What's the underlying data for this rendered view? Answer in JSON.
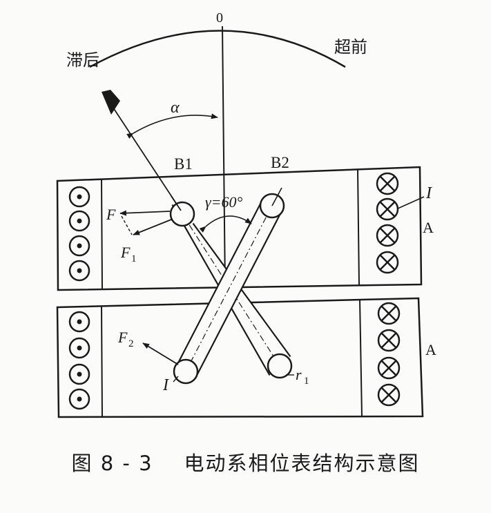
{
  "labels": {
    "zero": "0",
    "lag": "滞后",
    "lead": "超前",
    "alpha": "α",
    "b1": "B1",
    "b2": "B2",
    "gamma": "γ=60°",
    "f": "F",
    "f1_main": "F",
    "f1_sub": "1",
    "f2_main": "F",
    "f2_sub": "2",
    "i_top": "I",
    "i_bottom": "I",
    "r1_main": "r",
    "r1_sub": "1",
    "a_top": "A",
    "a_bottom": "A"
  },
  "caption": {
    "number": "图 8 - 3",
    "title": "电动系相位表结构示意图"
  },
  "coil_symbols": {
    "left": "dot",
    "right": "cross"
  },
  "colors": {
    "ink": "#1a1a1a",
    "background": "#fbfbf9"
  }
}
